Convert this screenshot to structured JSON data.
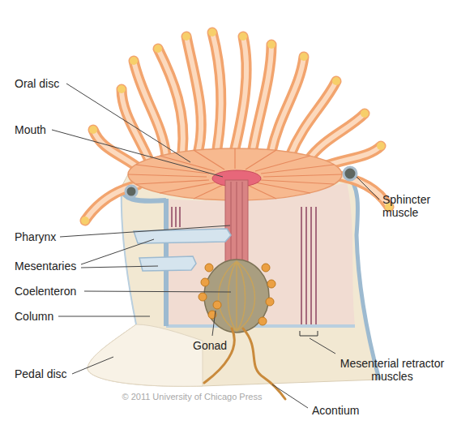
{
  "diagram": {
    "labels": [
      "Oral disc",
      "Mouth",
      "Pharynx",
      "Mesentaries",
      "Coelenteron",
      "Column",
      "Pedal disc",
      "Gonad",
      "Sphincter muscle",
      "Mesenterial retractor muscles",
      "Acontium",
      "© 2011 University of Chicago Press"
    ]
  }
}
